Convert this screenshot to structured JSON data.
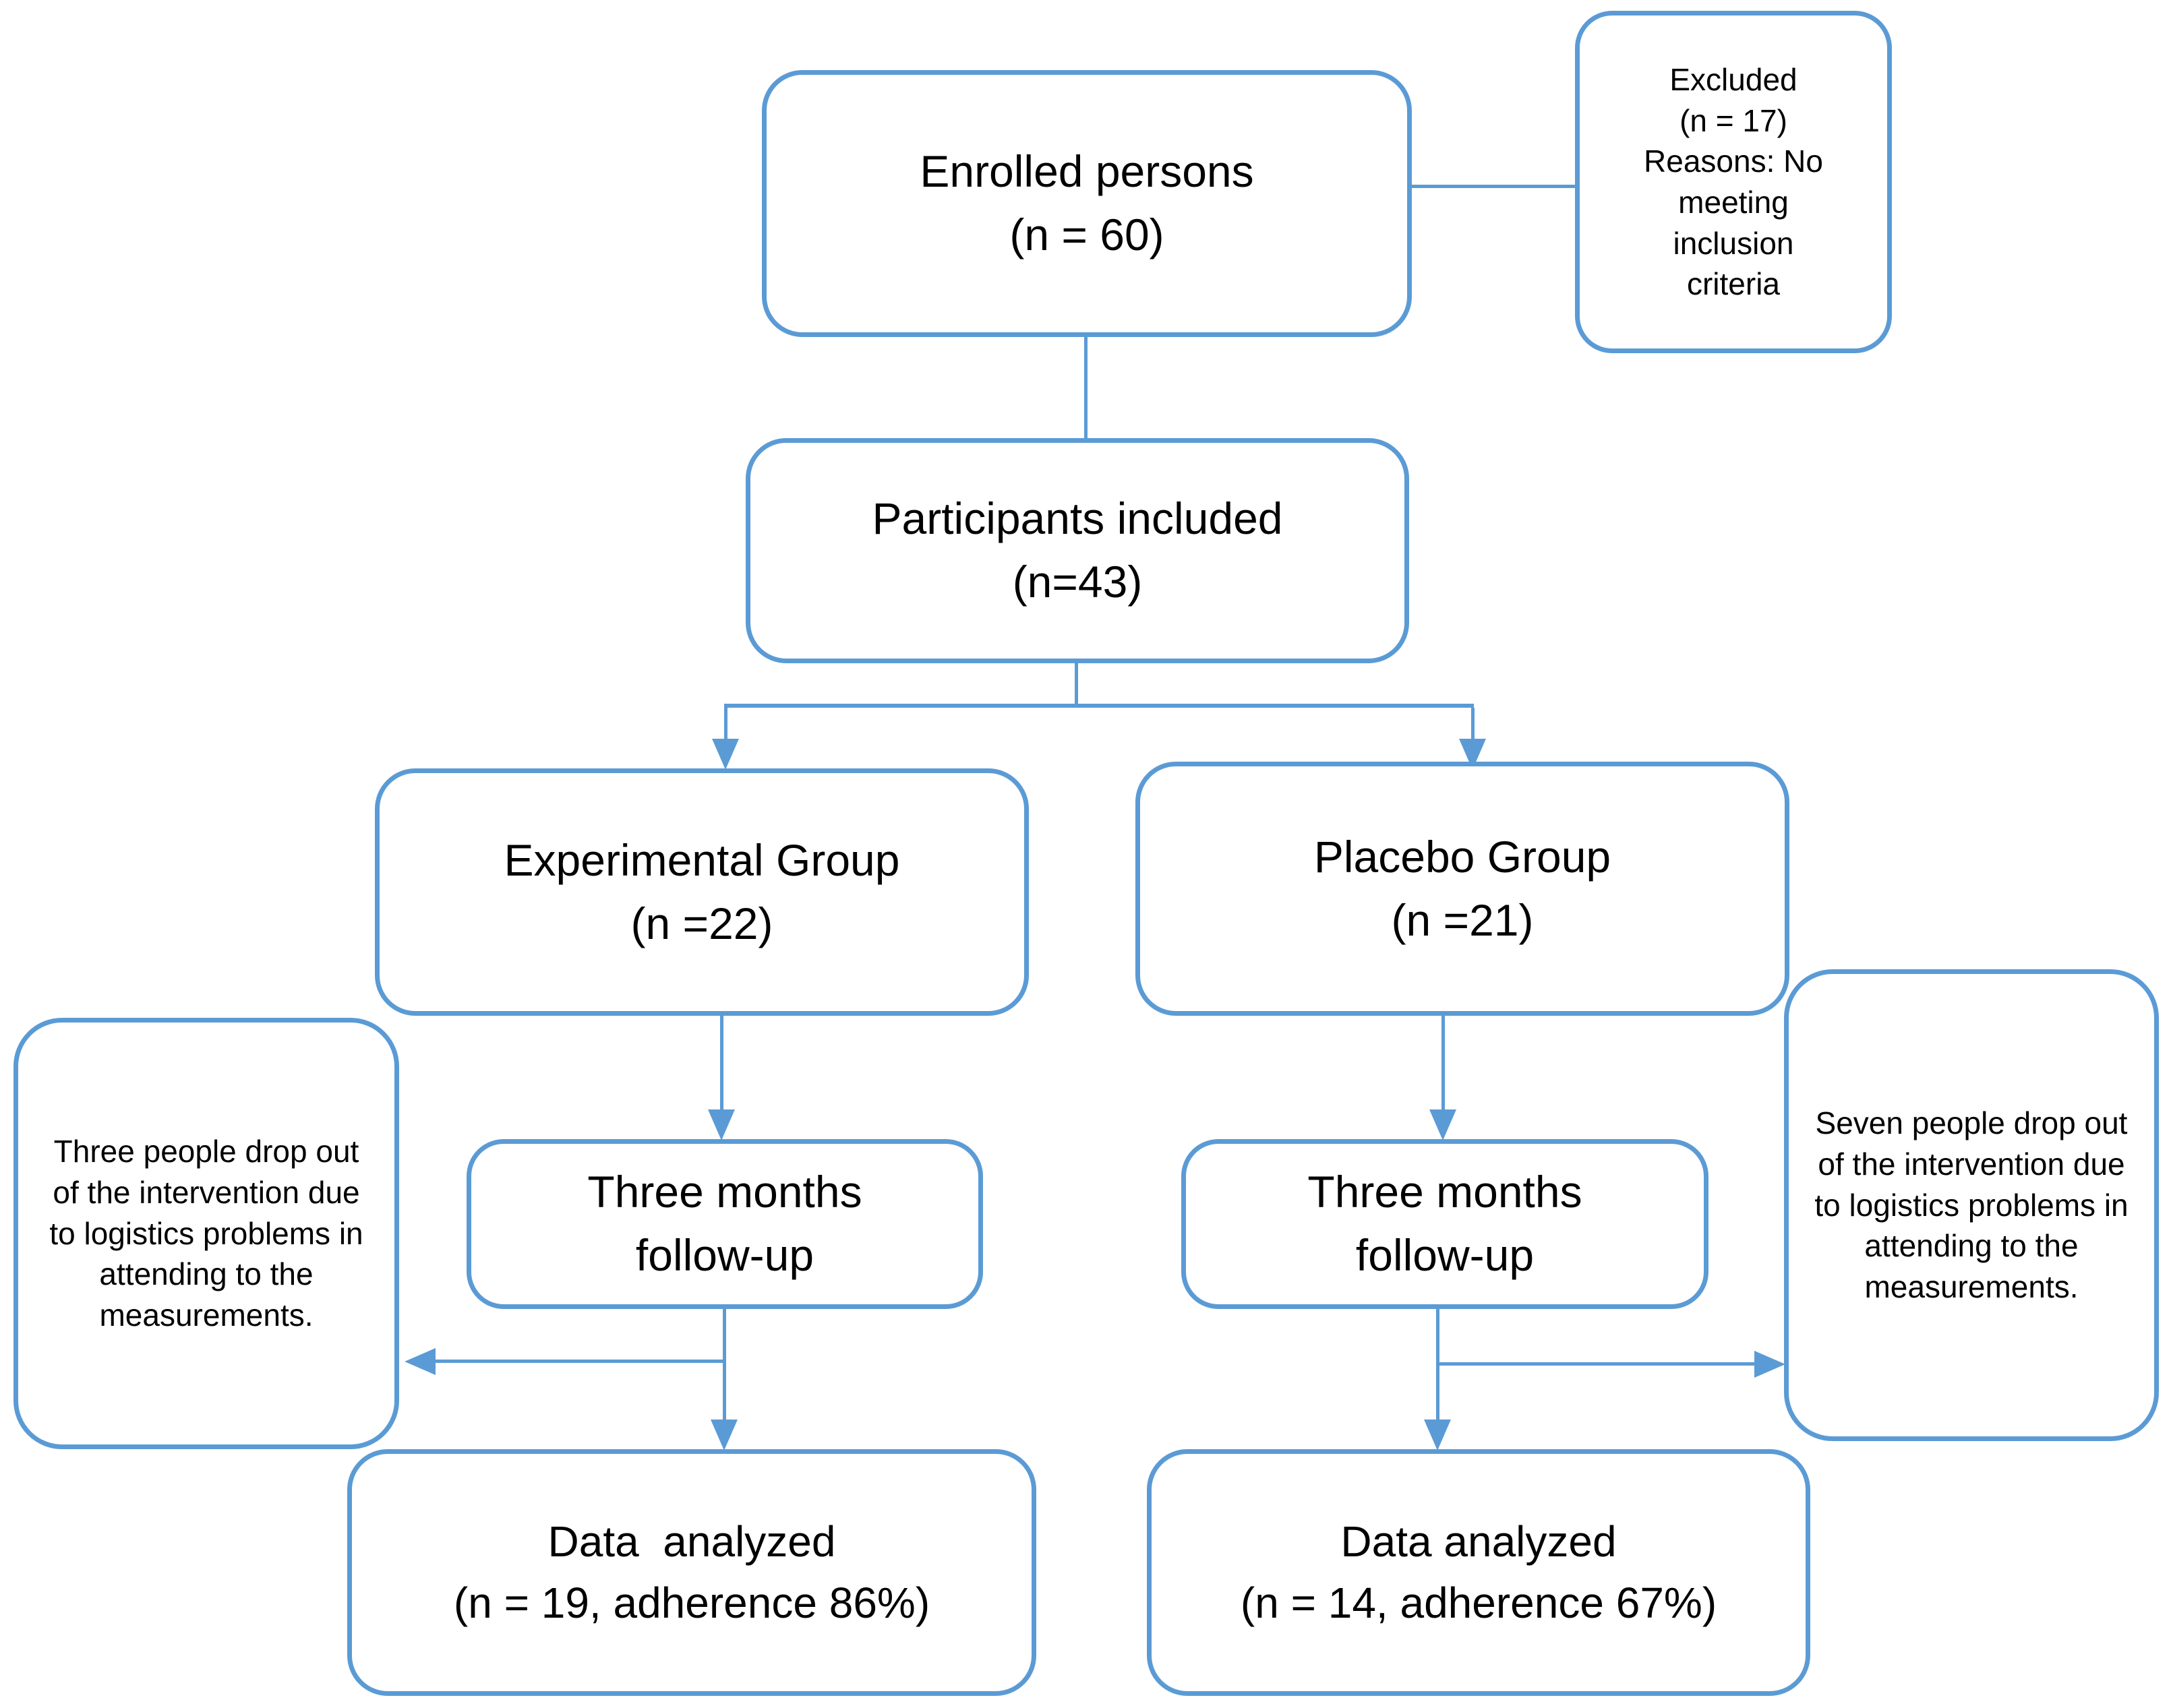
{
  "colors": {
    "accent_blue": "#5b9bd5",
    "text": "#000000",
    "background": "#ffffff"
  },
  "nodes": {
    "enrolled": {
      "lines": [
        "Enrolled persons",
        "(n = 60)"
      ]
    },
    "excluded": {
      "lines": [
        "Excluded",
        "(n = 17)",
        "Reasons: No",
        "meeting",
        "inclusion",
        "criteria"
      ]
    },
    "participants": {
      "lines": [
        "Participants included",
        "(n=43)"
      ]
    },
    "experimental": {
      "lines": [
        "Experimental Group",
        "(n =22)"
      ]
    },
    "placebo": {
      "lines": [
        "Placebo Group",
        "(n =21)"
      ]
    },
    "followup_left": {
      "lines": [
        "Three months",
        "follow-up"
      ]
    },
    "followup_right": {
      "lines": [
        "Three months",
        "follow-up"
      ]
    },
    "note_left": {
      "text": "Three people drop out of the intervention due to logistics problems in attending to the measurements."
    },
    "note_right": {
      "text": "Seven people drop out of the intervention due to logistics problems in attending to the measurements."
    },
    "data_left": {
      "lines": [
        "Data  analyzed",
        "(n = 19, adherence 86%)"
      ]
    },
    "data_right": {
      "lines": [
        "Data analyzed",
        "(n = 14, adherence 67%)"
      ]
    }
  }
}
